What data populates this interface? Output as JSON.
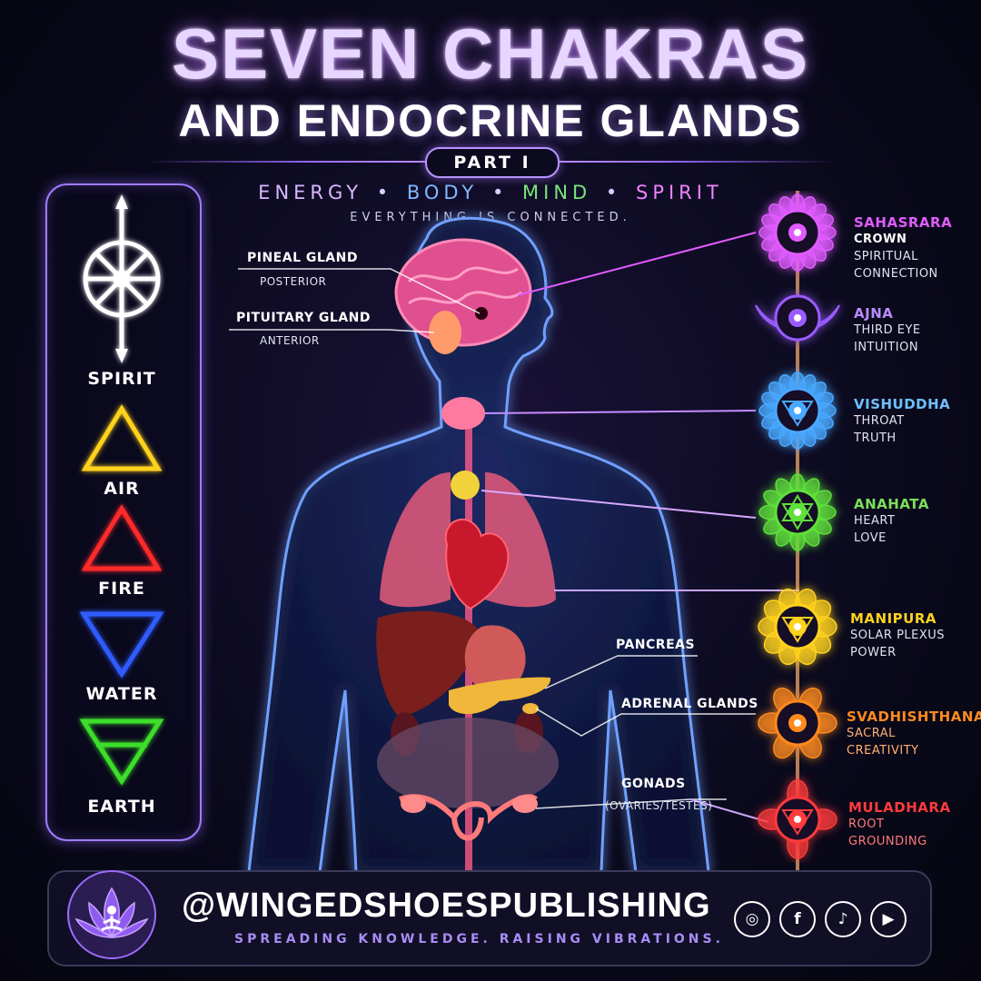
{
  "header": {
    "title_line1": "SEVEN CHAKRAS",
    "title_line2": "AND ENDOCRINE GLANDS",
    "part": "PART I",
    "tagline": [
      "ENERGY",
      "BODY",
      "MIND",
      "SPIRIT"
    ],
    "separator": "•",
    "subtitle": "EVERYTHING IS CONNECTED."
  },
  "elements": [
    {
      "label": "SPIRIT",
      "icon": "spirit-wheel-icon",
      "color": "#ffffff"
    },
    {
      "label": "AIR",
      "icon": "air-triangle-icon",
      "color": "#ffd21f"
    },
    {
      "label": "FIRE",
      "icon": "fire-triangle-icon",
      "color": "#ff2a2a"
    },
    {
      "label": "WATER",
      "icon": "water-triangle-icon",
      "color": "#2f5bff"
    },
    {
      "label": "EARTH",
      "icon": "earth-triangle-icon",
      "color": "#3dde2a"
    }
  ],
  "glands": [
    {
      "label": "PINEAL GLAND",
      "sub": "POSTERIOR"
    },
    {
      "label": "PITUITARY GLAND",
      "sub": "ANTERIOR"
    },
    {
      "label": "PANCREAS",
      "sub": ""
    },
    {
      "label": "ADRENAL GLANDS",
      "sub": ""
    },
    {
      "label": "GONADS",
      "sub": "(OVARIES/TESTES)"
    }
  ],
  "chakras": [
    {
      "name": "SAHASRARA",
      "line1": "CROWN",
      "line2": "SPIRITUAL",
      "line3": "CONNECTION",
      "color": "#e15cff"
    },
    {
      "name": "AJNA",
      "line1": "THIRD EYE",
      "line2": "INTUITION",
      "line3": "",
      "color": "#9a5cff"
    },
    {
      "name": "VISHUDDHA",
      "line1": "THROAT",
      "line2": "TRUTH",
      "line3": "",
      "color": "#4aa8ff"
    },
    {
      "name": "ANAHATA",
      "line1": "HEART",
      "line2": "LOVE",
      "line3": "",
      "color": "#5fe03a"
    },
    {
      "name": "MANIPURA",
      "line1": "SOLAR PLEXUS",
      "line2": "POWER",
      "line3": "",
      "color": "#ffd21f"
    },
    {
      "name": "SVADHISHTHANA",
      "line1": "SACRAL",
      "line2": "CREATIVITY",
      "line3": "",
      "color": "#ff8a1f"
    },
    {
      "name": "MULADHARA",
      "line1": "ROOT",
      "line2": "GROUNDING",
      "line3": "",
      "color": "#ff3b3b"
    }
  ],
  "footer": {
    "handle": "@WINGEDSHOESPUBLISHING",
    "slogan": "SPREADING KNOWLEDGE. RAISING VIBRATIONS.",
    "social_icons": [
      "instagram-icon",
      "facebook-icon",
      "tiktok-icon",
      "youtube-icon"
    ],
    "social_glyphs": [
      "◎",
      "f",
      "♪",
      "▶"
    ]
  }
}
